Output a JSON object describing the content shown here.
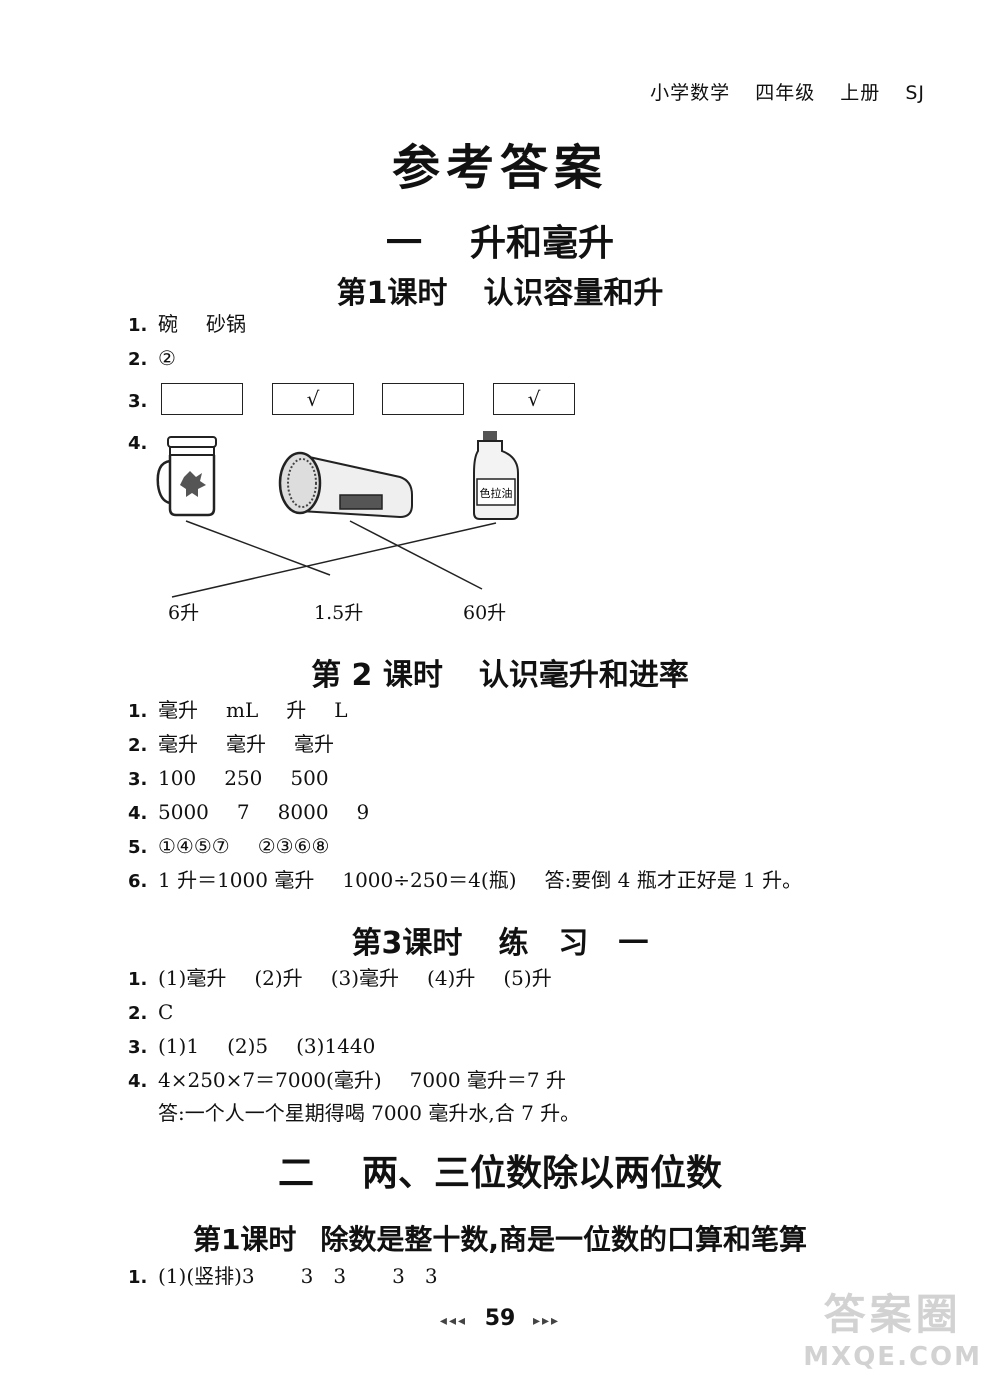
{
  "header": {
    "subject": "小学数学",
    "grade": "四年级",
    "volume": "上册",
    "edition": "SJ"
  },
  "title": "参考答案",
  "unit1": {
    "number": "一",
    "name": "升和毫升",
    "lesson1": {
      "label": "第1课时",
      "name": "认识容量和升",
      "q1": {
        "n": "1.",
        "a": "碗",
        "b": "砂锅"
      },
      "q2": {
        "n": "2.",
        "a": "②"
      },
      "q3": {
        "n": "3.",
        "boxes": [
          "",
          "√",
          "",
          "√"
        ]
      },
      "q4": {
        "n": "4.",
        "bottle_label": "色拉油",
        "volumes": [
          "6升",
          "1.5升",
          "60升"
        ]
      }
    },
    "lesson2": {
      "label": "第 2 课时",
      "name": "认识毫升和进率",
      "items": [
        {
          "n": "1.",
          "parts": [
            "毫升",
            "mL",
            "升",
            "L"
          ]
        },
        {
          "n": "2.",
          "parts": [
            "毫升",
            "毫升",
            "毫升"
          ]
        },
        {
          "n": "3.",
          "parts": [
            "100",
            "250",
            "500"
          ]
        },
        {
          "n": "4.",
          "parts": [
            "5000",
            "7",
            "8000",
            "9"
          ]
        },
        {
          "n": "5.",
          "parts": [
            "①④⑤⑦",
            "②③⑥⑧"
          ]
        },
        {
          "n": "6.",
          "parts": [
            "1 升＝1000 毫升",
            "1000÷250＝4(瓶)",
            "答:要倒 4 瓶才正好是 1 升。"
          ]
        }
      ]
    },
    "lesson3": {
      "label": "第3课时",
      "name": "练　习　一",
      "items": [
        {
          "n": "1.",
          "parts": [
            "(1)毫升",
            "(2)升",
            "(3)毫升",
            "(4)升",
            "(5)升"
          ]
        },
        {
          "n": "2.",
          "parts": [
            "C"
          ]
        },
        {
          "n": "3.",
          "parts": [
            "(1)1",
            "(2)5",
            "(3)1440"
          ]
        },
        {
          "n": "4.",
          "parts": [
            "4×250×7＝7000(毫升)",
            "7000 毫升＝7 升"
          ]
        }
      ],
      "q4_answer": "答:一个人一个星期得喝 7000 毫升水,合 7 升。"
    }
  },
  "unit2": {
    "number": "二",
    "name": "两、三位数除以两位数",
    "lesson1": {
      "label": "第1课时",
      "name": "除数是整十数,商是一位数的口算和笔算",
      "q1": {
        "n": "1.",
        "parts": [
          "(1)(竖排)3",
          "3",
          "3",
          "3",
          "3"
        ]
      }
    }
  },
  "footer": {
    "page": "59",
    "left_arrows": "◂◂◂",
    "right_arrows": "▸▸▸"
  },
  "watermark": {
    "line1": "答案圈",
    "line2": "MXQE.COM"
  }
}
